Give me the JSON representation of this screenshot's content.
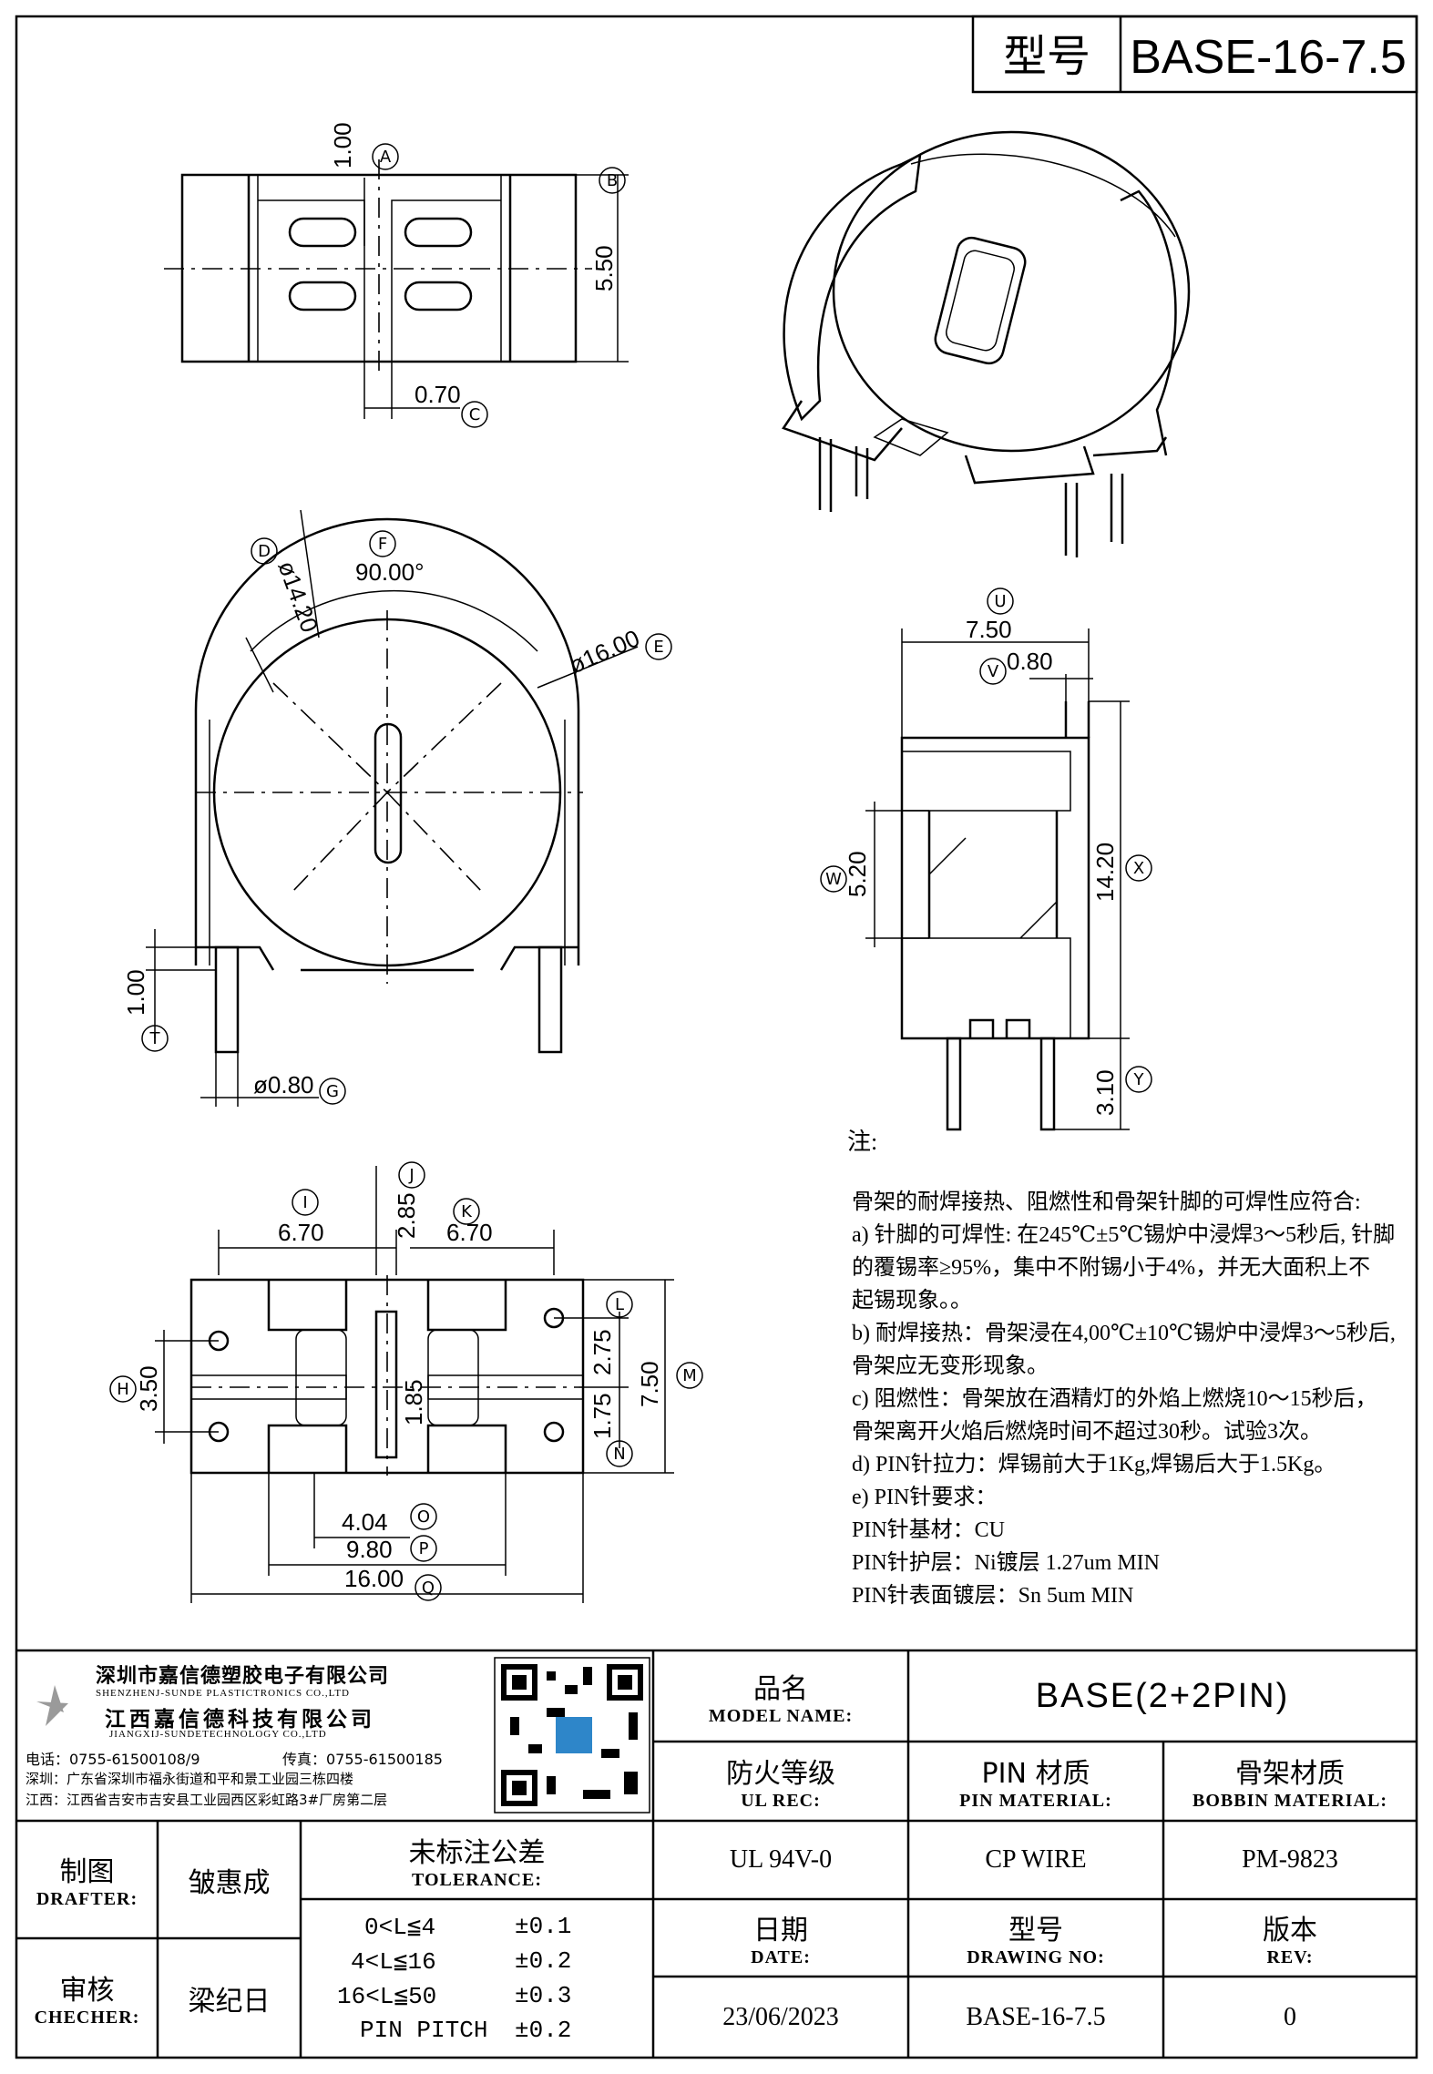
{
  "title_block": {
    "type_label": "型号",
    "type_value": "BASE-16-7.5"
  },
  "dimensions": {
    "top_view": {
      "d_1_00": "1.00",
      "d_5_50": "5.50",
      "d_0_70": "0.70"
    },
    "front_view": {
      "d_dia_14_20": "ø14.20",
      "d_angle": "90.00°",
      "d_dia_16_00": "ø16.00",
      "d_1_00": "1.00",
      "d_dia_0_80": "ø0.80"
    },
    "side_view": {
      "d_7_50": "7.50",
      "d_0_80": "0.80",
      "d_5_20": "5.20",
      "d_14_20": "14.20",
      "d_3_10": "3.10"
    },
    "bottom_view": {
      "d_6_70_l": "6.70",
      "d_2_85": "2.85",
      "d_6_70_r": "6.70",
      "d_3_50": "3.50",
      "d_1_85": "1.85",
      "d_2_75": "2.75",
      "d_1_75": "1.75",
      "d_7_50": "7.50",
      "d_4_04": "4.04",
      "d_9_80": "9.80",
      "d_16_00": "16.00"
    }
  },
  "balloons": {
    "A": "A",
    "B": "B",
    "C": "C",
    "D": "D",
    "E": "E",
    "F": "F",
    "G": "G",
    "H": "H",
    "I": "I",
    "J": "J",
    "K": "K",
    "L": "L",
    "M": "M",
    "N": "N",
    "O": "O",
    "P": "P",
    "Q": "Q",
    "U": "U",
    "V": "V",
    "W": "W",
    "X": "X",
    "Y": "Y",
    "T": "T"
  },
  "notes": {
    "heading": "注:",
    "lines": [
      "骨架的耐焊接热、阻燃性和骨架针脚的可焊性应符合:",
      "a) 针脚的可焊性: 在245℃±5℃锡炉中浸焊3～5秒后, 针脚",
      "的覆锡率≥95%，集中不附锡小于4%，并无大面积上不",
      "起锡现象。。",
      "b) 耐焊接热：骨架浸在4,00℃±10℃锡炉中浸焊3～5秒后,",
      "骨架应无变形现象。",
      "c) 阻燃性：骨架放在酒精灯的外焰上燃烧10～15秒后，",
      "骨架离开火焰后燃烧时间不超过30秒。试验3次。",
      "d) PIN针拉力：焊锡前大于1Kg,焊锡后大于1.5Kg。",
      "e) PIN针要求：",
      "PIN针基材：CU",
      "PIN针护层：Ni镀层  1.27um MIN",
      "PIN针表面镀层：Sn  5um MIN"
    ]
  },
  "company": {
    "name_sz": "深圳市嘉信德塑胶电子有限公司",
    "name_sz_en": "SHENZHENJ-SUNDE PLASTICTRONICS CO.,LTD",
    "name_jx": "江西嘉信德科技有限公司",
    "name_jx_en": "JIANGXIJ-SUNDETECHNOLOGY CO.,LTD",
    "tel": "电话：0755-61500108/9",
    "fax": "传真：0755-61500185",
    "addr_sz": "深圳：广东省深圳市福永街道和平和景工业园三栋四楼",
    "addr_jx": "江西：江西省吉安市吉安县工业园西区彩虹路3#厂房第二层"
  },
  "table": {
    "model_name_cn": "品名",
    "model_name_en": "MODEL NAME:",
    "model_name_value": "BASE(2+2PIN)",
    "ul_cn": "防火等级",
    "ul_en": "UL REC:",
    "ul_value": "UL 94V-0",
    "pin_cn": "PIN 材质",
    "pin_en": "PIN MATERIAL:",
    "pin_value": "CP WIRE",
    "bobbin_cn": "骨架材质",
    "bobbin_en": "BOBBIN MATERIAL:",
    "bobbin_value": "PM-9823",
    "drafter_cn": "制图",
    "drafter_en": "DRAFTER:",
    "drafter_value": "皱惠成",
    "checker_cn": "审核",
    "checker_en": "CHECHER:",
    "checker_value": "梁纪日",
    "tol_cn": "未标注公差",
    "tol_en": "TOLERANCE:",
    "tol_rows": [
      {
        "range": "0<L≦4",
        "value": "±0.1"
      },
      {
        "range": "4<L≦16",
        "value": "±0.2"
      },
      {
        "range": "16<L≦50",
        "value": "±0.3"
      },
      {
        "range": "PIN PITCH",
        "value": "±0.2"
      }
    ],
    "date_cn": "日期",
    "date_en": "DATE:",
    "date_value": "23/06/2023",
    "drawing_cn": "型号",
    "drawing_en": "DRAWING NO:",
    "drawing_value": "BASE-16-7.5",
    "rev_cn": "版本",
    "rev_en": "REV:",
    "rev_value": "0"
  }
}
